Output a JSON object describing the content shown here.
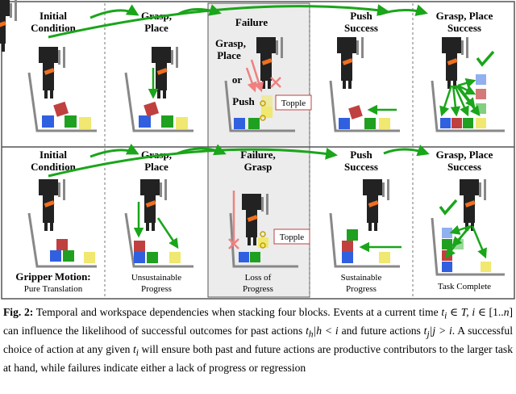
{
  "rows": [
    {
      "panels": [
        {
          "title": [
            "Initial",
            "Condition"
          ]
        },
        {
          "title": [
            "Grasp,",
            "Place"
          ]
        },
        {
          "title": [
            "Failure"
          ],
          "side_labels": [
            "Grasp,",
            "Place",
            "or",
            "Push"
          ],
          "tag": "Topple"
        },
        {
          "title": [
            "Push",
            "Success"
          ]
        },
        {
          "title": [
            "Grasp, Place",
            "Success"
          ]
        }
      ]
    },
    {
      "panels": [
        {
          "title": [
            "Initial",
            "Condition"
          ],
          "caption": [
            "Gripper Motion:",
            "Pure Translation"
          ]
        },
        {
          "title": [
            "Grasp,",
            "Place"
          ],
          "caption": [
            "Unsustainable",
            "Progress"
          ]
        },
        {
          "title": [
            "Failure,",
            "Grasp"
          ],
          "tag": "Topple",
          "caption": [
            "Loss of",
            "Progress"
          ]
        },
        {
          "title": [
            "Push",
            "Success"
          ],
          "caption": [
            "Sustainable",
            "Progress"
          ]
        },
        {
          "title": [
            "Grasp, Place",
            "Success"
          ],
          "caption": [
            "Task Complete"
          ]
        }
      ]
    }
  ],
  "caption": {
    "label": "Fig. 2:",
    "t1": "Temporal and workspace dependencies when stacking four blocks. Events at a current time",
    "m1": "t",
    "m1s": "i",
    "t2": "∈",
    "m2": "T, i",
    "t3": "∈ [1..",
    "m3": "n",
    "t4": "] can influence the likelihood of successful outcomes for past actions",
    "m4": "t",
    "m4s": "h",
    "m5": "|h < i",
    "t5": "and future actions",
    "m6": "t",
    "m6s": "j",
    "m7": "|j > i",
    "t6": ". A successful choice of action at any given",
    "m8": "t",
    "m8s": "i",
    "t7": "will ensure both past and future actions are productive contributors to the larger task at hand, while failures indicate either a lack of progress or regression"
  },
  "colors": {
    "arrow_green": "#1aa51a",
    "arrow_red": "#f08080",
    "orange": "#f07020",
    "blue": "#3060e0",
    "green": "#20a020",
    "yellow": "#f0e870",
    "red_block": "#c04040",
    "light_green": "#80d080",
    "light_blue": "#90b0f0",
    "panel_border": "#555555",
    "failure_bg": "#eaeaea"
  }
}
